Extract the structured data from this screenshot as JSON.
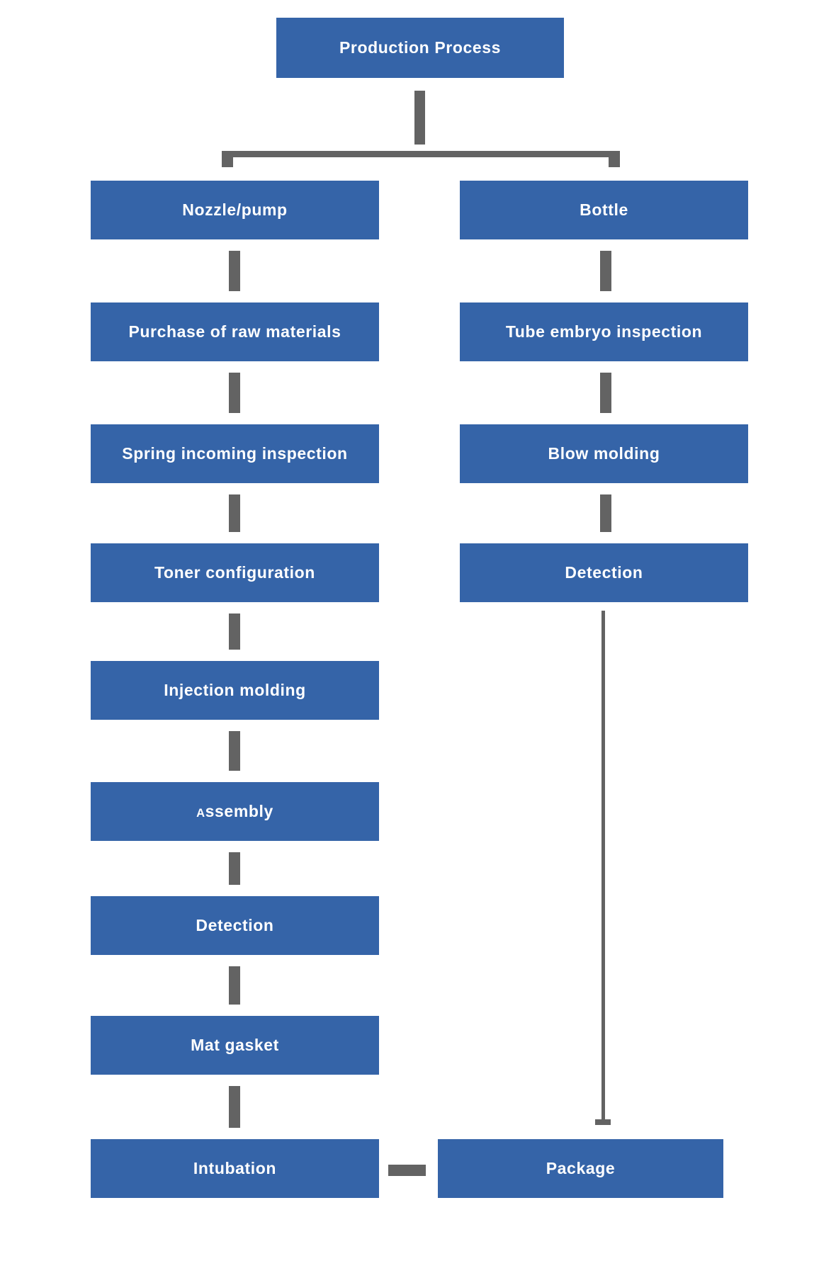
{
  "title": {
    "label": "Production Process"
  },
  "columns": {
    "left": {
      "nodes": [
        {
          "label": "Nozzle/pump"
        },
        {
          "label": "Purchase of raw materials"
        },
        {
          "label": "Spring incoming inspection"
        },
        {
          "label": "Toner configuration"
        },
        {
          "label": "Injection molding"
        },
        {
          "label": "Assembly"
        },
        {
          "label": "Detection"
        },
        {
          "label": "Mat gasket"
        },
        {
          "label": "Intubation"
        }
      ]
    },
    "right": {
      "nodes": [
        {
          "label": "Bottle"
        },
        {
          "label": "Tube embryo inspection"
        },
        {
          "label": "Blow molding"
        },
        {
          "label": "Detection"
        },
        {
          "label": "Package"
        }
      ]
    }
  },
  "edges": [
    {
      "from": "Production Process",
      "to": "Nozzle/pump"
    },
    {
      "from": "Production Process",
      "to": "Bottle"
    },
    {
      "from": "Nozzle/pump",
      "to": "Purchase of raw materials"
    },
    {
      "from": "Purchase of raw materials",
      "to": "Spring incoming inspection"
    },
    {
      "from": "Spring incoming inspection",
      "to": "Toner configuration"
    },
    {
      "from": "Toner configuration",
      "to": "Injection molding"
    },
    {
      "from": "Injection molding",
      "to": "Assembly"
    },
    {
      "from": "Assembly",
      "to": "Detection"
    },
    {
      "from": "Detection",
      "to": "Mat gasket"
    },
    {
      "from": "Mat gasket",
      "to": "Intubation"
    },
    {
      "from": "Bottle",
      "to": "Tube embryo inspection"
    },
    {
      "from": "Tube embryo inspection",
      "to": "Blow molding"
    },
    {
      "from": "Blow molding",
      "to": "Detection"
    },
    {
      "from": "Detection",
      "to": "Package"
    },
    {
      "from": "Intubation",
      "to": "Package"
    }
  ],
  "colors": {
    "node_fill": "#3564a8",
    "node_text": "#ffffff",
    "connector": "#636363",
    "background": "#ffffff"
  }
}
